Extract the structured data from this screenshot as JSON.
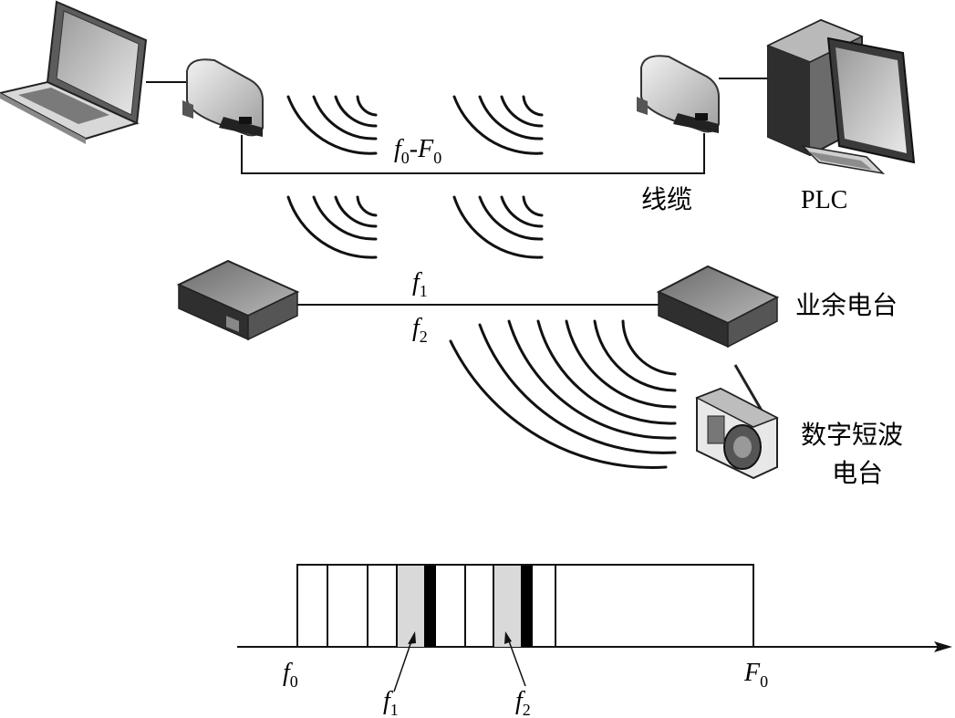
{
  "labels": {
    "plc_channel_main": "f",
    "plc_channel_sub0": "0",
    "plc_channel_dash": "-",
    "plc_channel_F": "F",
    "plc_channel_sub0b": "0",
    "cable": "线缆",
    "plc": "PLC",
    "amateur_freq1_main": "f",
    "amateur_freq1_sub": "1",
    "amateur_freq2_main": "f",
    "amateur_freq2_sub": "2",
    "amateur_radio": "业余电台",
    "shortwave_line1": "数字短波",
    "shortwave_line2": "电台"
  },
  "spectrum": {
    "f0_main": "f",
    "f0_sub": "0",
    "F0_main": "F",
    "F0_sub": "0",
    "f1_main": "f",
    "f1_sub": "1",
    "f2_main": "f",
    "f2_sub": "2"
  },
  "colors": {
    "line": "#111111",
    "notch_gray": "#d9d9d9",
    "notch_black": "#000000",
    "device_dark": "#4a4a4a",
    "device_light": "#e6e6e6"
  },
  "icons": [
    "laptop-icon",
    "plc-adapter-icon",
    "desktop-computer-icon",
    "amateur-radio-box-icon",
    "shortwave-radio-icon"
  ]
}
